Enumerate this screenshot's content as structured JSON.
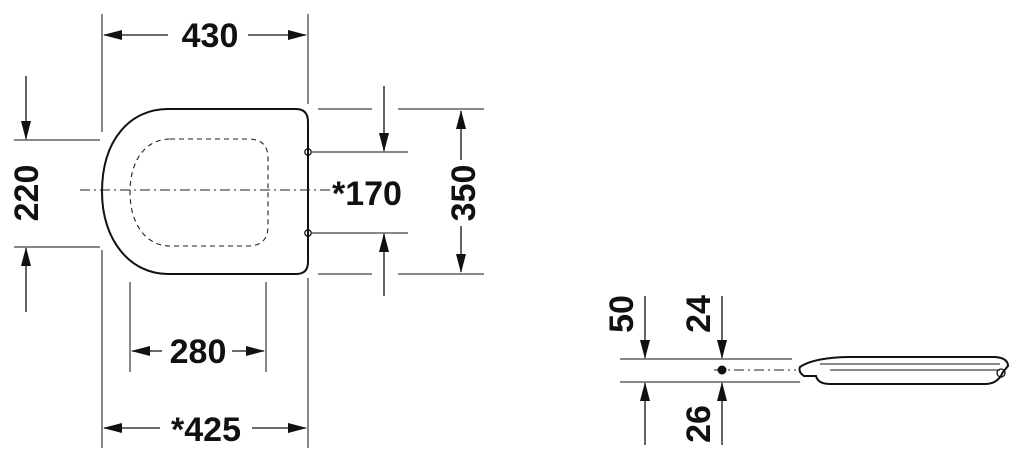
{
  "drawing": {
    "dimensions": {
      "top_width": "430",
      "bottom_width": "*425",
      "inner_width": "280",
      "left_height": "220",
      "hinge_spacing": "*170",
      "overall_length": "350",
      "side_total": "50",
      "side_upper": "24",
      "side_lower": "26"
    }
  },
  "colors": {
    "ink": "#111111",
    "background": "#ffffff"
  }
}
